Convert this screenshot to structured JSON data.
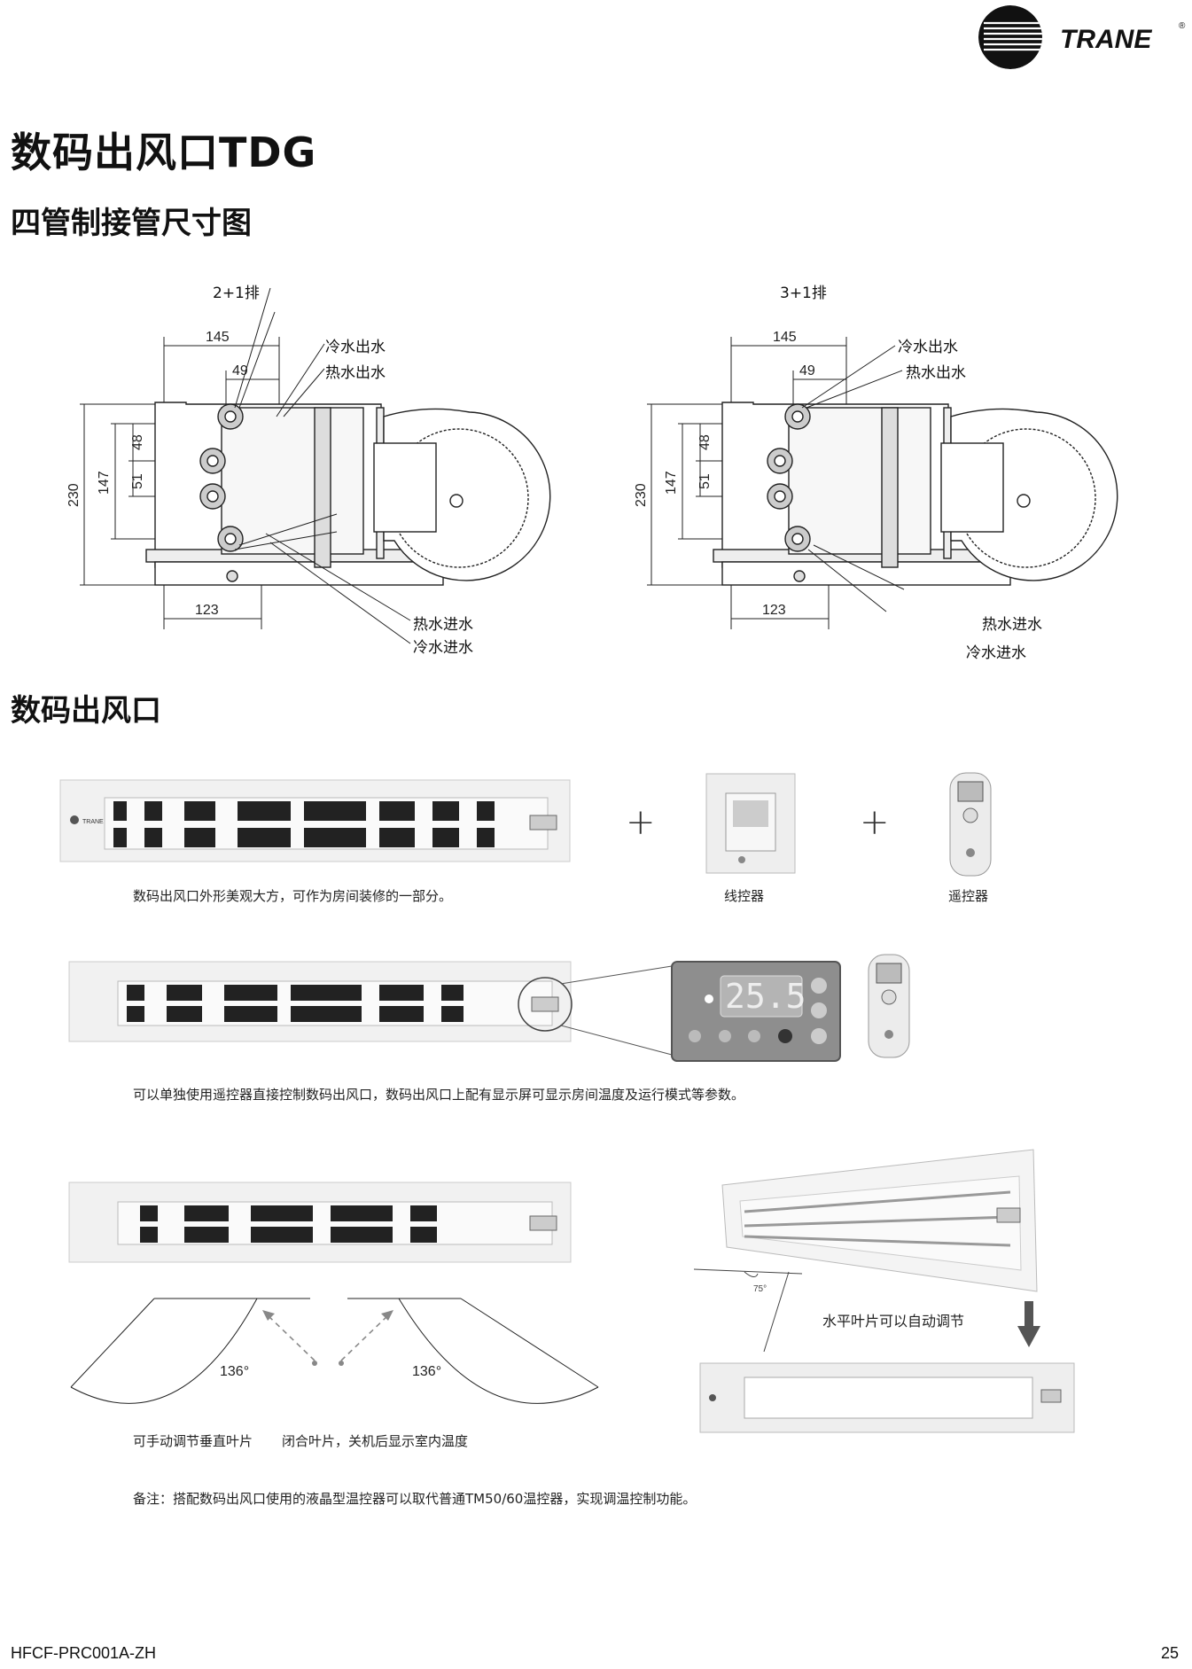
{
  "brand": {
    "name": "TRANE",
    "registered": "®"
  },
  "title": "数码出风口TDG",
  "section1": {
    "heading": "四管制接管尺寸图",
    "diagrams": [
      {
        "caption": "2+1排",
        "dims": {
          "d145": "145",
          "d49": "49",
          "d48": "48",
          "d51": "51",
          "d147": "147",
          "d230": "230",
          "d123": "123"
        },
        "labels": {
          "cold_out": "冷水出水",
          "hot_out": "热水出水",
          "hot_in": "热水进水",
          "cold_in": "冷水进水"
        }
      },
      {
        "caption": "3+1排",
        "dims": {
          "d145": "145",
          "d49": "49",
          "d48": "48",
          "d51": "51",
          "d147": "147",
          "d230": "230",
          "d123": "123"
        },
        "labels": {
          "cold_out": "冷水出水",
          "hot_out": "热水出水",
          "hot_in": "热水进水",
          "cold_in": "冷水进水"
        }
      }
    ]
  },
  "section2": {
    "heading": "数码出风口",
    "row1": {
      "caption": "数码出风口外形美观大方，可作为房间装修的一部分。",
      "plus": "+",
      "wired": "线控器",
      "remote": "遥控器",
      "logo_text": "TRANE"
    },
    "row2": {
      "caption": "可以单独使用遥控器直接控制数码出风口，数码出风口上配有显示屏可显示房间温度及运行模式等参数。",
      "display_value": "25.5"
    },
    "row3": {
      "angle_left": "136°",
      "angle_right": "136°",
      "angle_small": "75°",
      "caption_manual": "可手动调节垂直叶片",
      "caption_closed": "闭合叶片，关机后显示室内温度",
      "caption_auto": "水平叶片可以自动调节"
    },
    "note": "备注：搭配数码出风口使用的液晶型温控器可以取代普通TM50/60温控器，实现调温控制功能。"
  },
  "footer": {
    "doc_id": "HFCF-PRC001A-ZH",
    "page": "25"
  }
}
